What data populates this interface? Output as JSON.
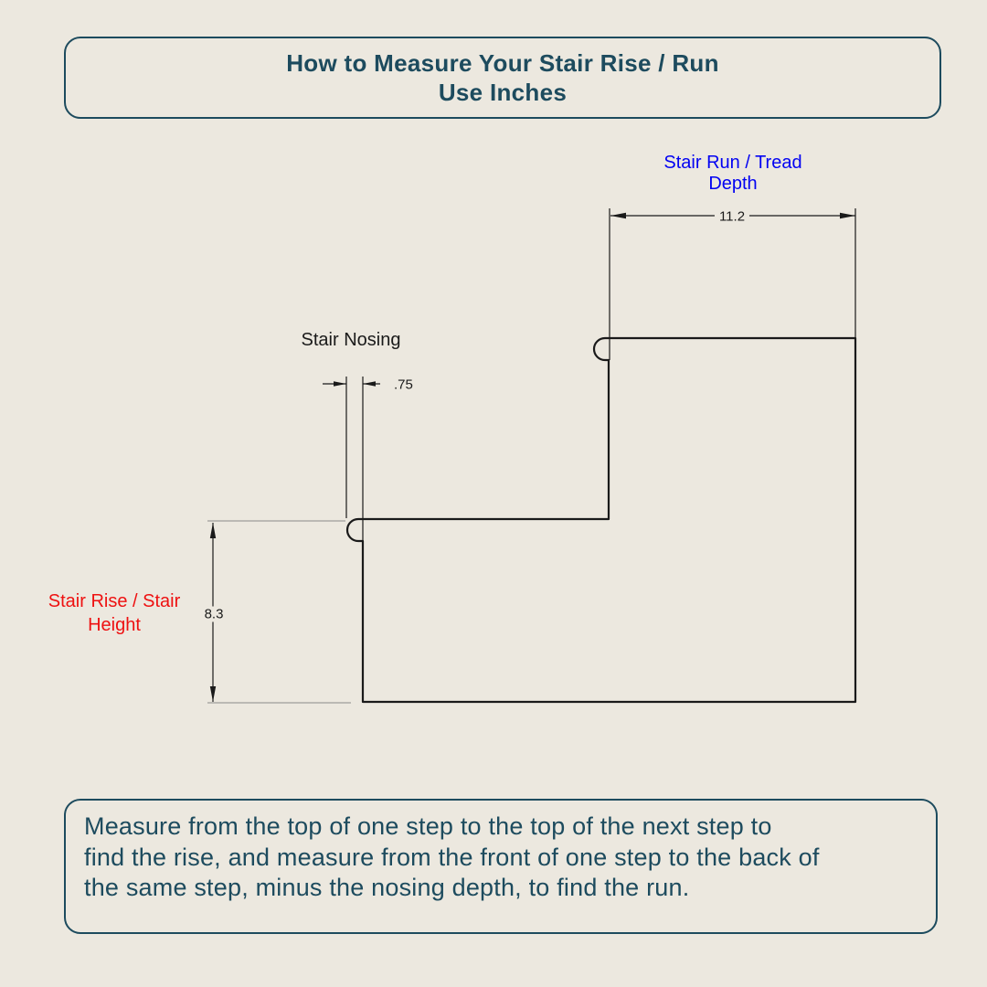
{
  "colors": {
    "background": "#ece8df",
    "teal": "#1d4b5e",
    "run_label_blue": "#0202f2",
    "rise_label_red": "#ee1111",
    "line_black": "#1a1a1a",
    "extension_gray": "#8a8a8a"
  },
  "title_box": {
    "line1": "How to Measure Your Stair Rise / Run",
    "line2": "Use Inches"
  },
  "diagram": {
    "type": "stair-measurement-diagram",
    "units": "inches",
    "run_label": {
      "line1": "Stair Run / Tread",
      "line2": "Depth"
    },
    "run_dimension_value": "11.2",
    "nosing_label": "Stair Nosing",
    "nosing_dimension_value": ".75",
    "rise_label": {
      "line1": "Stair Rise / Stair",
      "line2": "Height"
    },
    "rise_dimension_value": "8.3"
  },
  "footer_box": {
    "lines": [
      "Measure from the top of one step to the top of the next step to",
      "find the rise, and measure from the front of one step to the back of",
      "the same step, minus the nosing depth, to find the run."
    ]
  }
}
